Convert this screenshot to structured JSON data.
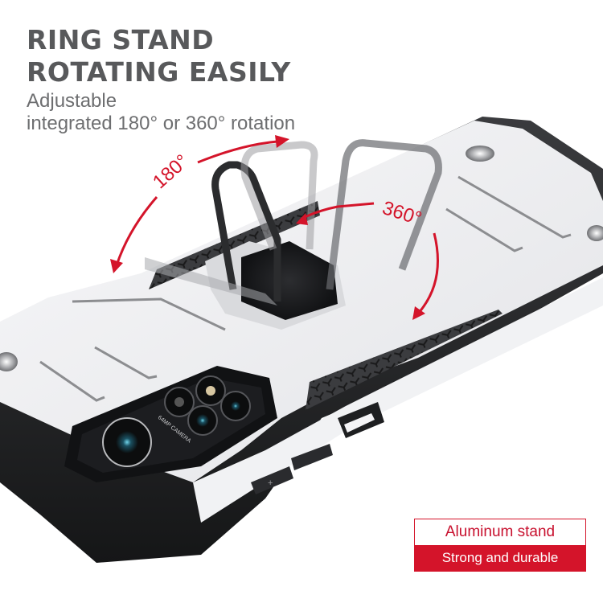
{
  "headline": {
    "line1": "RING STAND",
    "line2": "ROTATING EASILY"
  },
  "subtitle": {
    "line1": "Adjustable",
    "line2": "integrated 180° or 360° rotation"
  },
  "annotations": {
    "angle_180": "180°",
    "angle_360": "360°",
    "arrow_color": "#d4142a"
  },
  "product": {
    "camera_label": "64MP CAMERA",
    "volume_plus": "+",
    "case_color": "#eeeff1",
    "bumper_color": "#2b2c2e"
  },
  "badge": {
    "top_text": "Aluminum stand",
    "bottom_text": "Strong and durable",
    "accent_color": "#d4142a"
  }
}
